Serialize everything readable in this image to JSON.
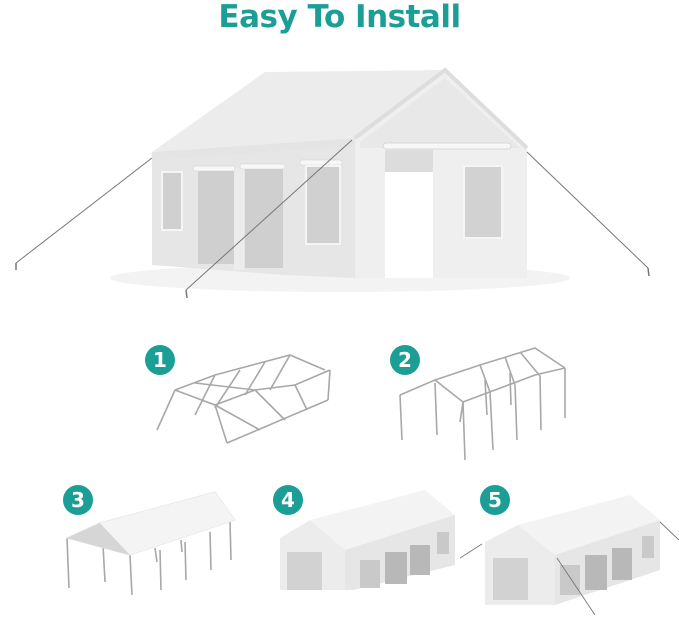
{
  "header": {
    "title": "Easy To Install"
  },
  "colors": {
    "accent": "#1a9e96",
    "tent_white": "#f2f2f2",
    "tent_shade": "#d9d9d9",
    "window_gray": "#c8c8c8",
    "frame_gray": "#9a9a9a"
  },
  "steps": [
    {
      "number": "1",
      "description": "frame-roof-assembly-icon"
    },
    {
      "number": "2",
      "description": "frame-legs-attached-icon"
    },
    {
      "number": "3",
      "description": "roof-cover-installed-icon"
    },
    {
      "number": "4",
      "description": "sidewalls-installed-icon"
    },
    {
      "number": "5",
      "description": "guy-ropes-staked-icon"
    }
  ]
}
